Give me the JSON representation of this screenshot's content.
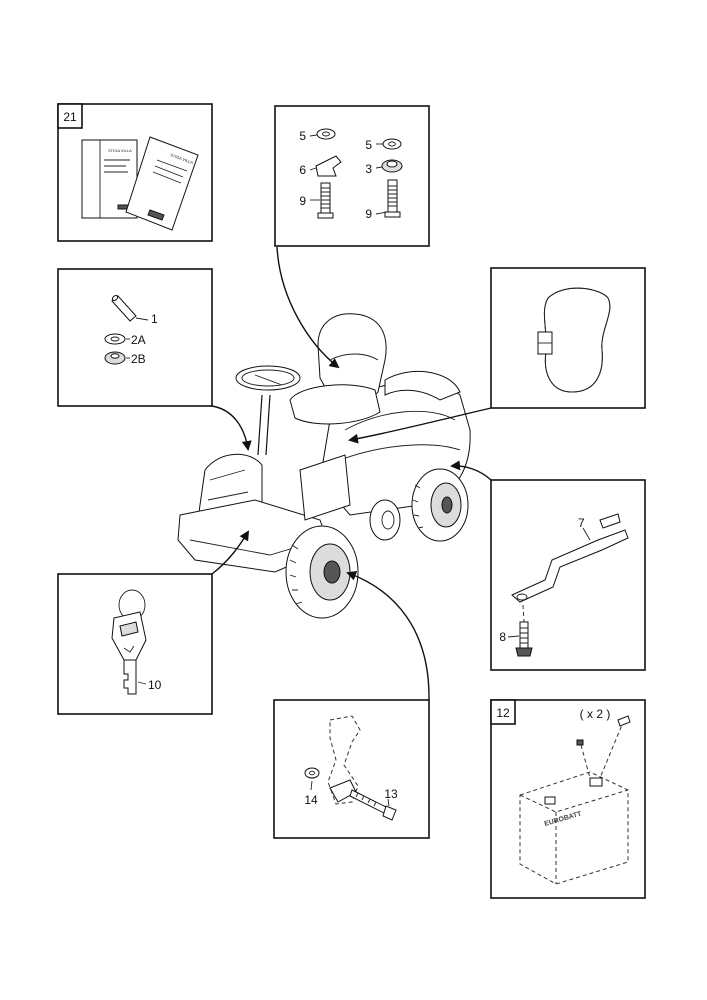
{
  "panels": {
    "manuals": {
      "tag": "21",
      "doc_title_1": "STIGA VILLA",
      "doc_title_2": "STIGA VILLA"
    },
    "seat_hardware": {
      "labels": [
        "5",
        "6",
        "9",
        "5",
        "3",
        "9"
      ]
    },
    "pins": {
      "labels": [
        "1",
        "2A",
        "2B"
      ]
    },
    "strap": {},
    "bracket": {
      "labels": [
        "7",
        "8"
      ]
    },
    "key": {
      "labels": [
        "10"
      ]
    },
    "pedal": {
      "labels": [
        "14",
        "13"
      ]
    },
    "battery": {
      "tag": "12",
      "qty": "( x 2 )",
      "brand": "EUROBATT"
    }
  }
}
